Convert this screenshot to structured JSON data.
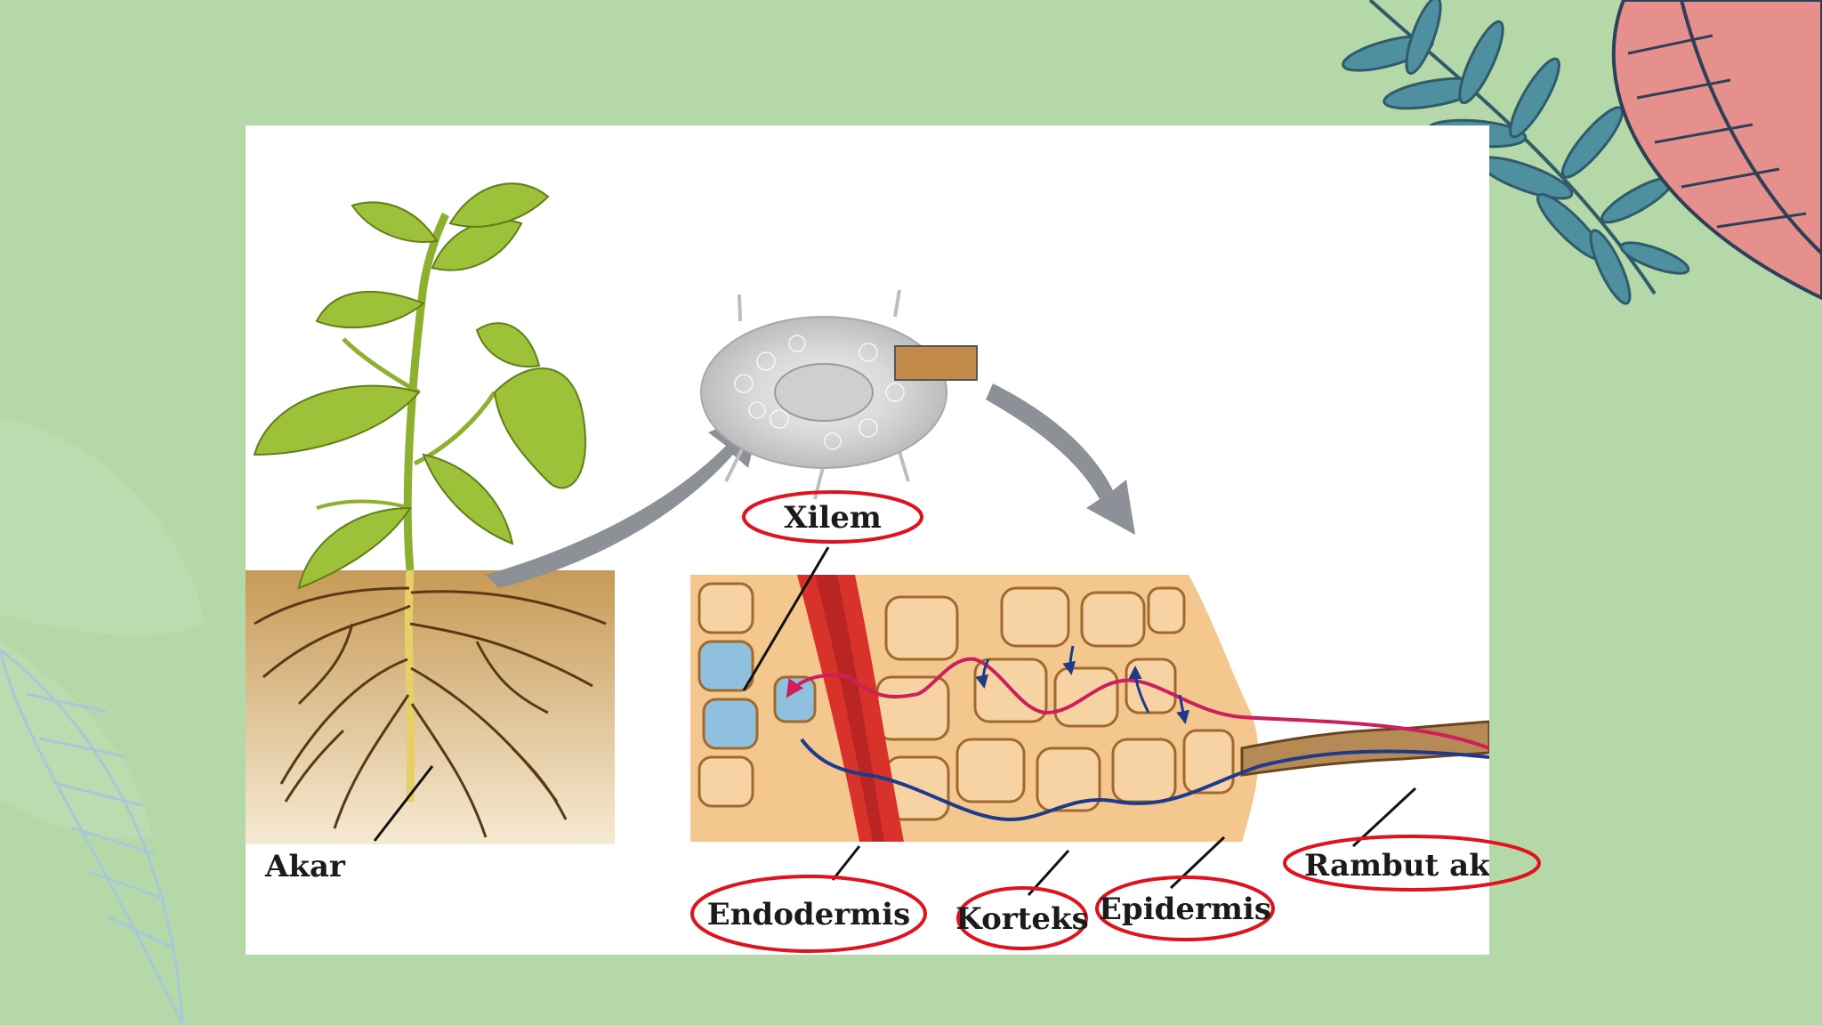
{
  "colors": {
    "slide_background": "#b5d8a9",
    "panel_background": "#ffffff",
    "highlight_ring": "#e0121b",
    "leaf_teal": "#4e8fa0",
    "leaf_pink": "#e5908d",
    "water_path_red": "#cc1f5c",
    "water_path_blue": "#1f3a8a"
  },
  "icons": [
    "fern-leaf-icon",
    "pink-leaf-icon",
    "outline-leaf-icon",
    "arrow-icon"
  ],
  "diagram": {
    "labels": {
      "akar": "Akar",
      "xilem": "Xilem",
      "endodermis": "Endodermis",
      "korteks": "Korteks",
      "epidermis": "Epidermis",
      "rambut_akar": "Rambut akar"
    }
  }
}
